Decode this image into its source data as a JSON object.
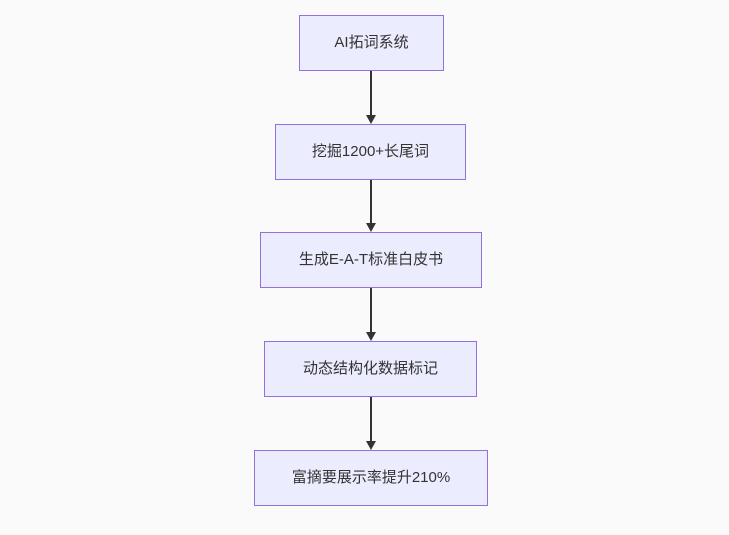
{
  "diagram": {
    "type": "flowchart",
    "direction": "top-down",
    "nodes": [
      {
        "id": "A",
        "label": "AI拓词系统"
      },
      {
        "id": "B",
        "label": "挖掘1200+长尾词"
      },
      {
        "id": "C",
        "label": "生成E-A-T标准白皮书"
      },
      {
        "id": "D",
        "label": "动态结构化数据标记"
      },
      {
        "id": "E",
        "label": "富摘要展示率提升210%"
      }
    ],
    "edges": [
      {
        "from": "A",
        "to": "B",
        "arrow": "down"
      },
      {
        "from": "B",
        "to": "C",
        "arrow": "down"
      },
      {
        "from": "C",
        "to": "D",
        "arrow": "down"
      },
      {
        "from": "D",
        "to": "E",
        "arrow": "down"
      }
    ],
    "colors": {
      "node_fill": "#ECECFF",
      "node_border": "#9370DB",
      "node_text": "#333333",
      "edge": "#333333",
      "background": "#fafafa"
    }
  }
}
